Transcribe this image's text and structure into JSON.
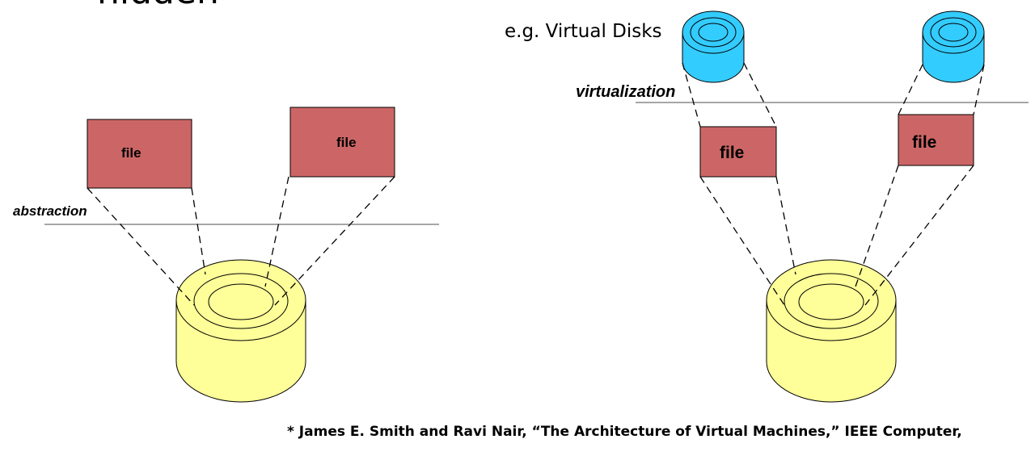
{
  "slide": {
    "heading_fragment": "hidden",
    "example_text": "e.g. Virtual Disks",
    "citation": "* James E. Smith and Ravi Nair, “The Architecture of Virtual Machines,” IEEE Computer,"
  },
  "left_diagram": {
    "layer_label": "abstraction",
    "files": [
      {
        "label": "file"
      },
      {
        "label": "file"
      }
    ],
    "disk_color": "#ffff99"
  },
  "right_diagram": {
    "layer_label": "virtualization",
    "files": [
      {
        "label": "file"
      },
      {
        "label": "file"
      }
    ],
    "virtual_disk_color": "#33ccff",
    "disk_color": "#ffff99"
  },
  "colors": {
    "file_fill": "#cc6666",
    "physical_disk": "#ffff99",
    "virtual_disk": "#33ccff"
  }
}
